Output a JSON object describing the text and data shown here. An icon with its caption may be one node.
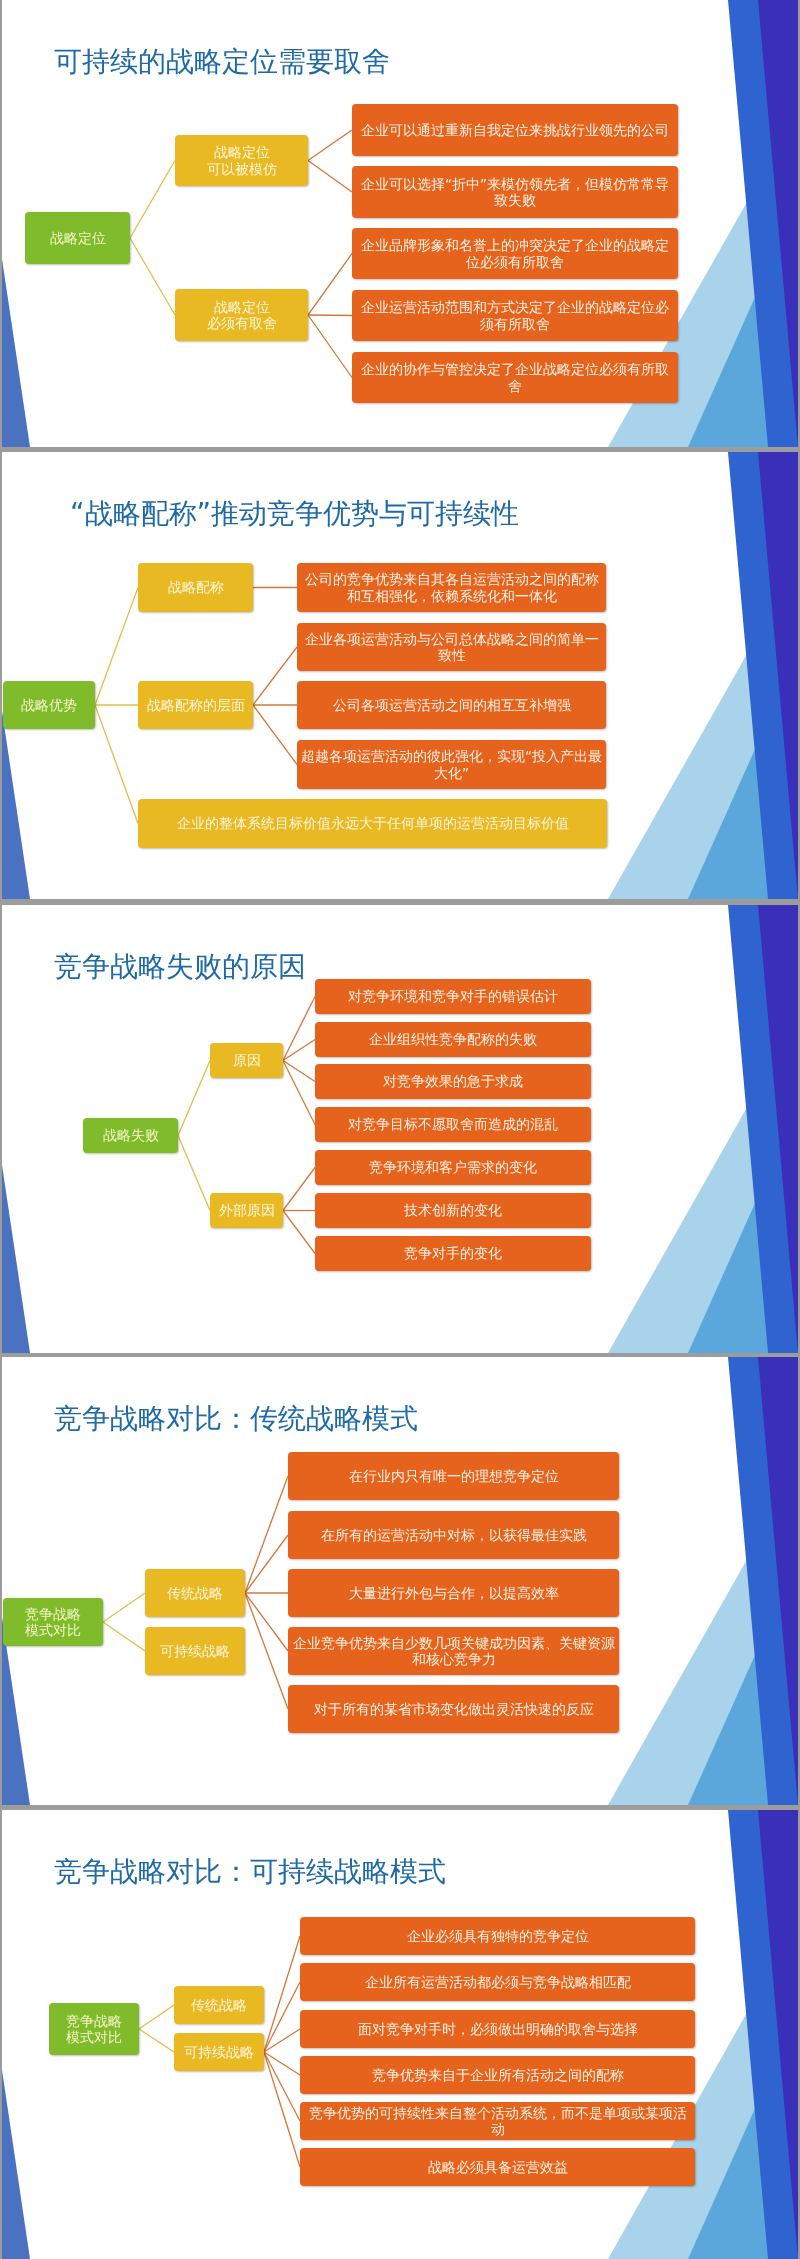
{
  "diagram": {
    "nodes": [
      {
        "text": [
          "可持续的战略定位需要取舍"
        ]
      },
      {
        "text": [
          "战略定位"
        ],
        "in": 0
      },
      {
        "text": [
          "战略定位",
          "可以被模仿"
        ],
        "in": 0
      },
      {
        "text": [
          "企业可以通过重新自我定位来挑战行业领先的公司"
        ],
        "in": 0
      },
      {
        "text": [
          "企业可以选择“折中”来模仿领先者，但模仿常常导致失败"
        ],
        "in": 0
      },
      {
        "text": [
          "战略定位",
          "必须有取舍"
        ],
        "in": 0
      },
      {
        "text": [
          "企业品牌形象和名誉上的冲突决定了企业的战略定位必须有所取舍"
        ],
        "in": 0
      },
      {
        "text": [
          "企业运营活动范围和方式决定了企业的战略定位必须有所取舍"
        ],
        "in": 0
      },
      {
        "text": [
          "企业的协作与管控决定了企业战略定位必须有所取舍"
        ],
        "in": 0
      },
      {
        "text": [
          "“战略配称”推动竞争优势与可持续性"
        ]
      },
      {
        "text": [
          "战略优势"
        ],
        "in": 9
      },
      {
        "text": [
          "战略配称"
        ],
        "in": 9
      },
      {
        "text": [
          "公司的竞争优势来自其各自运营活动之间的配称和互相强化，依赖系统化和一体化"
        ],
        "in": 9
      },
      {
        "text": [
          "战略配称的层面"
        ],
        "in": 9
      },
      {
        "text": [
          "企业各项运营活动与公司总体战略之间的简单一致性"
        ],
        "in": 9
      },
      {
        "text": [
          "公司各项运营活动之间的相互互补增强"
        ],
        "in": 9
      },
      {
        "text": [
          "超越各项运营活动的彼此强化，实现“投入产出最大化”"
        ],
        "in": 9
      },
      {
        "text": [
          "企业的整体系统目标价值永远大于任何单项的运营活动目标价值"
        ],
        "in": 9
      },
      {
        "text": [
          "竞争战略失败的原因"
        ]
      },
      {
        "text": [
          "战略失败"
        ],
        "in": 18
      },
      {
        "text": [
          "原因"
        ],
        "in": 18
      },
      {
        "text": [
          "对竞争环境和竞争对手的错误估计"
        ],
        "in": 18
      },
      {
        "text": [
          "企业组织性竞争配称的失败"
        ],
        "in": 18
      },
      {
        "text": [
          "对竞争效果的急于求成"
        ],
        "in": 18
      },
      {
        "text": [
          "对竞争目标不愿取舍而造成的混乱"
        ],
        "in": 18
      },
      {
        "text": [
          "外部原因"
        ],
        "in": 18
      },
      {
        "text": [
          "竞争环境和客户需求的变化"
        ],
        "in": 18
      },
      {
        "text": [
          "技术创新的变化"
        ],
        "in": 18
      },
      {
        "text": [
          "竞争对手的变化"
        ],
        "in": 18
      },
      {
        "text": [
          "竞争战略对比：传统战略模式"
        ]
      },
      {
        "text": [
          "竞争战略",
          "模式对比"
        ],
        "in": 29
      },
      {
        "text": [
          "传统战略"
        ],
        "in": 29
      },
      {
        "text": [
          "在行业内只有唯一的理想竞争定位"
        ],
        "in": 29
      },
      {
        "text": [
          "在所有的运营活动中对标，以获得最佳实践"
        ],
        "in": 29
      },
      {
        "text": [
          "大量进行外包与合作，以提高效率"
        ],
        "in": 29
      },
      {
        "text": [
          "企业竞争优势来自少数几项关键成功因素、关键资源和核心竞争力"
        ],
        "in": 29
      },
      {
        "text": [
          "对于所有的某省市场变化做出灵活快速的反应"
        ],
        "in": 29
      },
      {
        "text": [
          "可持续战略"
        ],
        "in": 29
      },
      {
        "text": [
          "竞争战略对比：可持续战略模式"
        ]
      },
      {
        "text": [
          "竞争战略",
          "模式对比"
        ],
        "in": 38
      },
      {
        "text": [
          "传统战略"
        ],
        "in": 38
      },
      {
        "text": [
          "可持续战略"
        ],
        "in": 38
      },
      {
        "text": [
          "企业必须具有独特的竞争定位"
        ],
        "in": 38
      },
      {
        "text": [
          "企业所有运营活动都必须与竞争战略相匹配"
        ],
        "in": 38
      },
      {
        "text": [
          "面对竞争对手时，必须做出明确的取舍与选择"
        ],
        "in": 38
      },
      {
        "text": [
          "竞争优势来自于企业所有活动之间的配称"
        ],
        "in": 38
      },
      {
        "text": [
          "竞争优势的可持续性来自整个活动系统，而不是单项或某项活动"
        ],
        "in": 38
      },
      {
        "text": [
          "战略必须具备运营效益"
        ],
        "in": 38
      }
    ],
    "edges": [
      {
        "from": 1,
        "to": 2,
        "arrow": "none",
        "color": "#e3bd4a"
      },
      {
        "from": 1,
        "to": 5,
        "arrow": "none",
        "color": "#e3bd4a"
      },
      {
        "from": 2,
        "to": 3,
        "arrow": "none"
      },
      {
        "from": 2,
        "to": 4,
        "arrow": "none"
      },
      {
        "from": 5,
        "to": 6,
        "arrow": "none"
      },
      {
        "from": 5,
        "to": 7,
        "arrow": "none"
      },
      {
        "from": 5,
        "to": 8,
        "arrow": "none"
      },
      {
        "from": 10,
        "to": 11,
        "arrow": "none",
        "color": "#e3bd4a"
      },
      {
        "from": 10,
        "to": 13,
        "arrow": "none",
        "color": "#e3bd4a"
      },
      {
        "from": 10,
        "to": 17,
        "arrow": "none",
        "color": "#e3bd4a"
      },
      {
        "from": 11,
        "to": 12,
        "arrow": "none"
      },
      {
        "from": 13,
        "to": 14,
        "arrow": "none"
      },
      {
        "from": 13,
        "to": 15,
        "arrow": "none"
      },
      {
        "from": 13,
        "to": 16,
        "arrow": "none"
      },
      {
        "from": 19,
        "to": 20,
        "arrow": "none",
        "color": "#e3bd4a"
      },
      {
        "from": 19,
        "to": 25,
        "arrow": "none",
        "color": "#e3bd4a"
      },
      {
        "from": 20,
        "to": 21,
        "arrow": "none"
      },
      {
        "from": 20,
        "to": 22,
        "arrow": "none"
      },
      {
        "from": 20,
        "to": 23,
        "arrow": "none"
      },
      {
        "from": 20,
        "to": 24,
        "arrow": "none"
      },
      {
        "from": 25,
        "to": 26,
        "arrow": "none"
      },
      {
        "from": 25,
        "to": 27,
        "arrow": "none"
      },
      {
        "from": 25,
        "to": 28,
        "arrow": "none"
      },
      {
        "from": 30,
        "to": 31,
        "arrow": "none",
        "color": "#e3bd4a"
      },
      {
        "from": 30,
        "to": 37,
        "arrow": "none",
        "color": "#e3bd4a"
      },
      {
        "from": 31,
        "to": 32,
        "arrow": "none"
      },
      {
        "from": 31,
        "to": 33,
        "arrow": "none"
      },
      {
        "from": 31,
        "to": 34,
        "arrow": "none"
      },
      {
        "from": 31,
        "to": 35,
        "arrow": "none"
      },
      {
        "from": 31,
        "to": 36,
        "arrow": "none"
      },
      {
        "from": 39,
        "to": 40,
        "arrow": "none",
        "color": "#e3bd4a"
      },
      {
        "from": 39,
        "to": 41,
        "arrow": "none",
        "color": "#e3bd4a"
      },
      {
        "from": 41,
        "to": 42,
        "arrow": "none"
      },
      {
        "from": 41,
        "to": 43,
        "arrow": "none"
      },
      {
        "from": 41,
        "to": 44,
        "arrow": "none"
      },
      {
        "from": 41,
        "to": 45,
        "arrow": "none"
      },
      {
        "from": 41,
        "to": 46,
        "arrow": "none"
      },
      {
        "from": 41,
        "to": 47,
        "arrow": "none"
      }
    ]
  }
}
